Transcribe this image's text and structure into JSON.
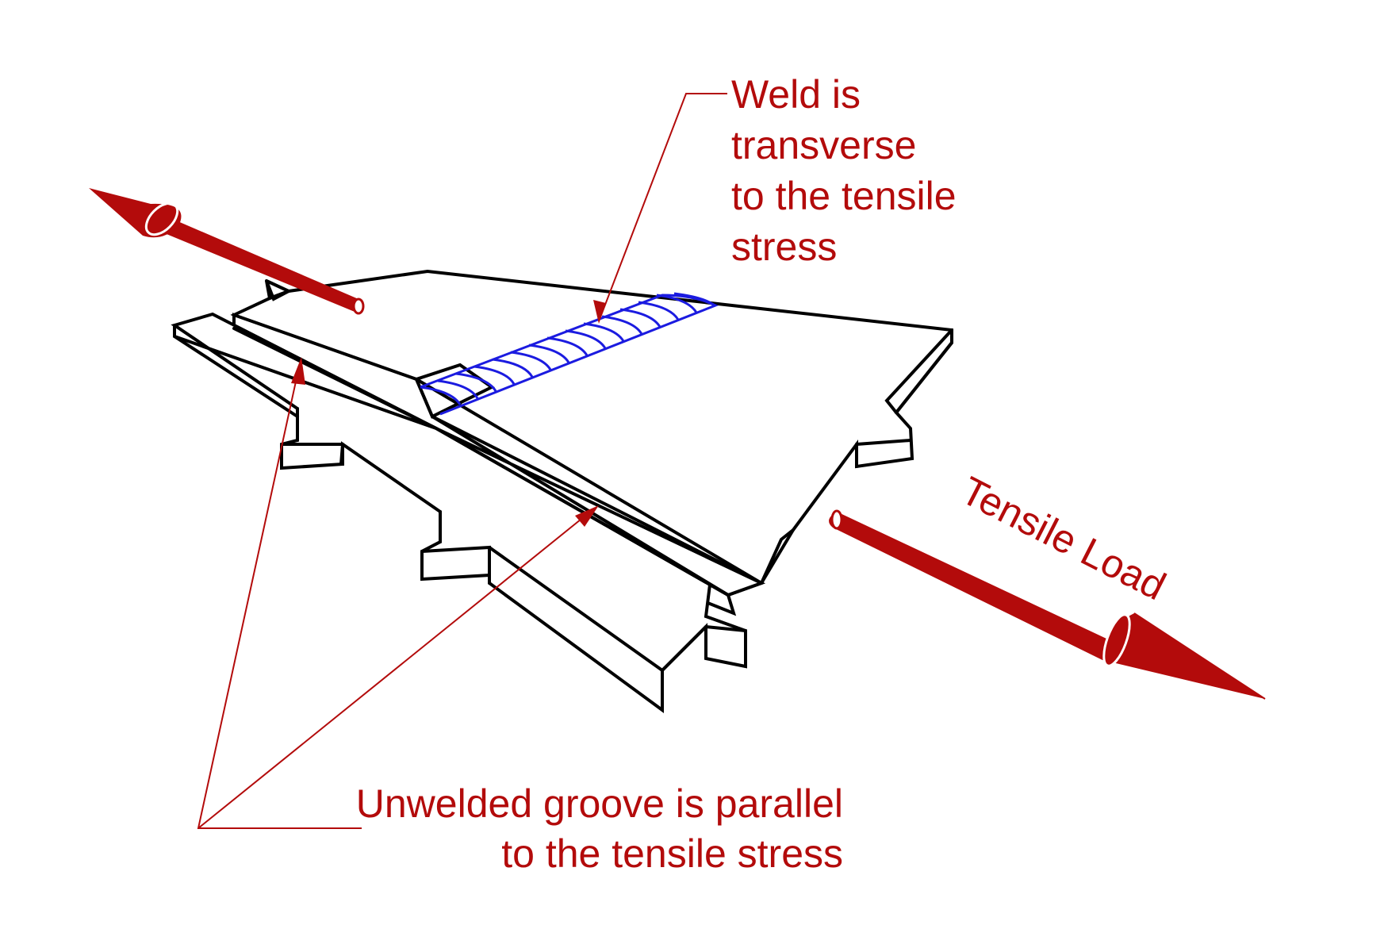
{
  "labels": {
    "weld_line1": "Weld is",
    "weld_line2": "transverse",
    "weld_line3": "to the tensile",
    "weld_line4": "stress",
    "groove_line1": "Unwelded groove is parallel",
    "groove_line2": "to the tensile stress",
    "tensile_load": "Tensile Load"
  },
  "colors": {
    "annotation": "#b30b0b",
    "outline": "#000000",
    "weld_bead": "#1b1be0",
    "background": "#ffffff"
  }
}
